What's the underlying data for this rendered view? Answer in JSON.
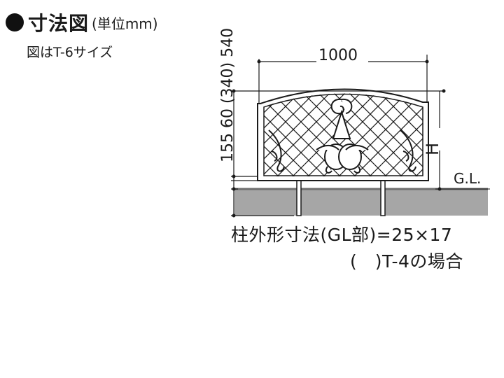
{
  "header": {
    "title": "寸法図",
    "unit": "(単位mm)",
    "subtitle": "図はT-6サイズ"
  },
  "dimensions": {
    "width": "1000",
    "height_label": "H",
    "ground_label": "G.L.",
    "left_vertical": "155 60 (340) 540"
  },
  "notes": {
    "post_size": "柱外形寸法(GL部)=25×17",
    "t4_case": "(　)T-4の場合"
  },
  "colors": {
    "line": "#1a1a1a",
    "ground_fill": "#a6a6a6",
    "ground_top": "#6e6e6e"
  }
}
